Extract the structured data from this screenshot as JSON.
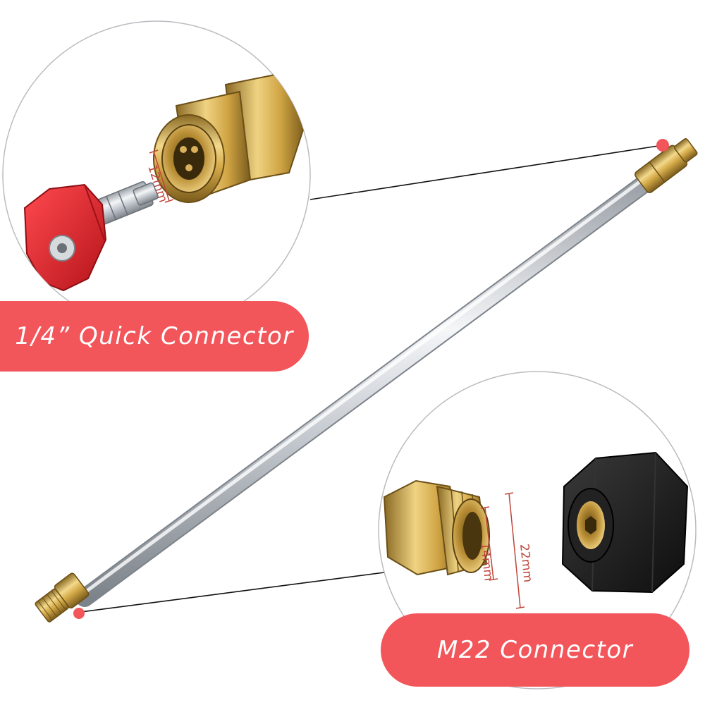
{
  "labels": {
    "quick_connector": "1/4” Quick Connector",
    "m22_connector": "M22 Connector"
  },
  "dimensions": {
    "quick_inner": "12mm",
    "m22_inner": "14mm",
    "m22_outer": "22mm"
  },
  "colors": {
    "label_pill": "#f2555a",
    "brass": "#d9b15a",
    "steel": "#cfd3d8",
    "nozzle_red": "#e02027",
    "adapter_black": "#1c1c1c"
  }
}
